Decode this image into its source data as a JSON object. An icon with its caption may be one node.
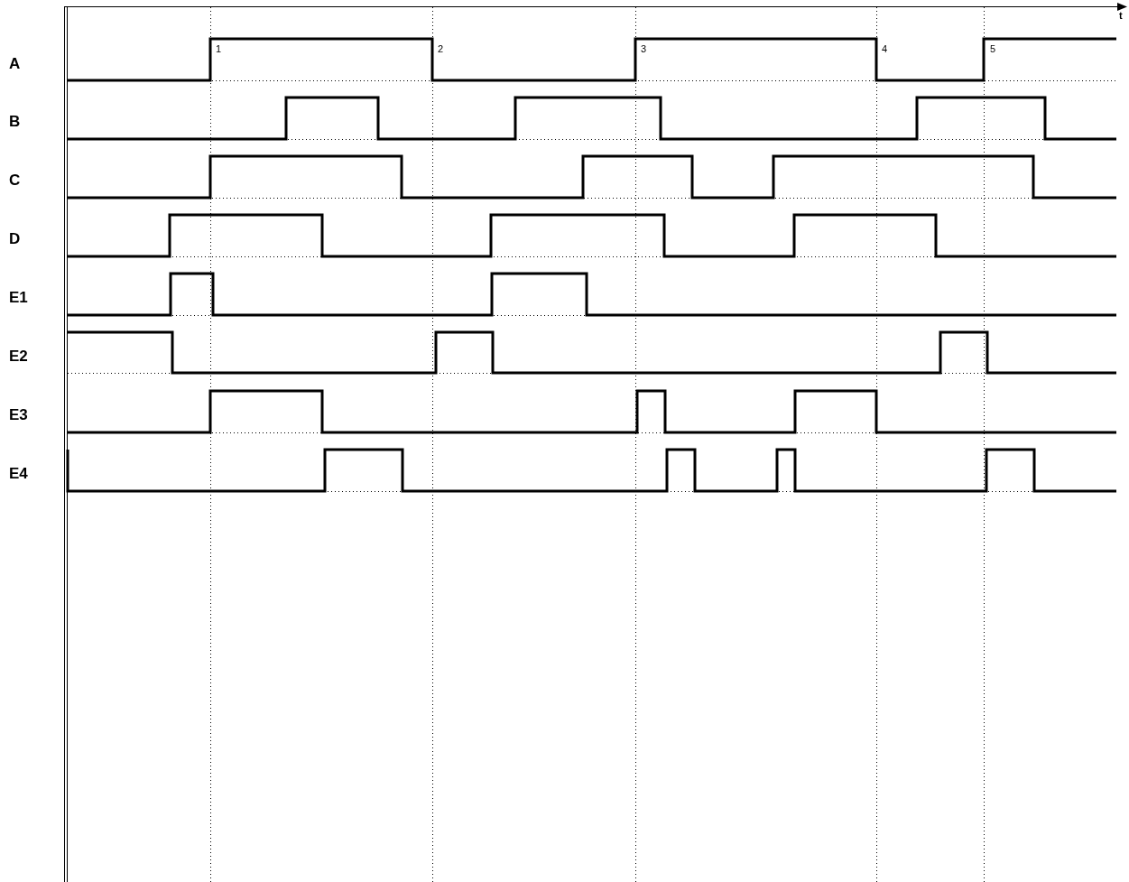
{
  "diagram": {
    "labels": [
      "t",
      "A",
      "1",
      "2",
      "3",
      "4",
      "5",
      "B",
      "C",
      "D",
      "E1",
      "E2",
      "E3",
      "E4"
    ]
  }
}
